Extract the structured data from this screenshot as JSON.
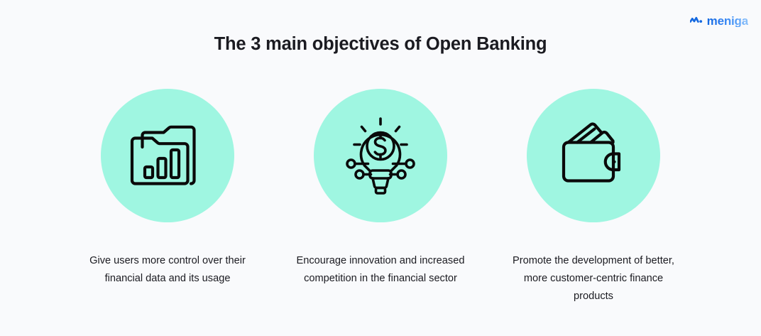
{
  "brand": {
    "name": "meniga",
    "mark_icon": "wave-dot-icon",
    "color_start": "#1569E0",
    "color_end": "#8DC2FB"
  },
  "header": {
    "title": "The 3 main objectives of Open Banking"
  },
  "theme": {
    "background": "#F9FAFC",
    "circle_fill": "#9FF6E1",
    "icon_stroke": "#0A0A0A",
    "text_color": "#1B1B21"
  },
  "objectives": [
    {
      "index": "1",
      "icon": "folder-bar-chart-icon",
      "caption": "Give users more control over their financial data and its usage"
    },
    {
      "index": "2",
      "icon": "lightbulb-dollar-network-icon",
      "caption": "Encourage innovation and increased competition in the financial sector"
    },
    {
      "index": "3",
      "icon": "wallet-cards-icon",
      "caption": "Promote the development of better, more customer-centric finance products"
    }
  ]
}
